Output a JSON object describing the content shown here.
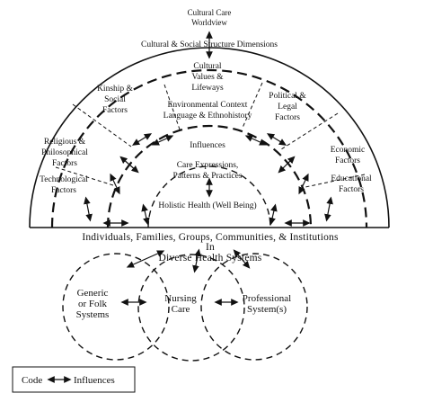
{
  "diagram": {
    "title_line1": "Cultural Care",
    "title_line2": "Worldview",
    "structure_dimensions": "Cultural & Social Structure Dimensions",
    "values": [
      "Cultural",
      "Values &",
      "Lifeways"
    ],
    "kinship": [
      "Kinship &",
      "Social",
      "Factors"
    ],
    "political": [
      "Political &",
      "Legal",
      "Factors"
    ],
    "religious": [
      "Religious &",
      "Philosophical",
      "Factors"
    ],
    "economic": [
      "Economic",
      "Factors"
    ],
    "technological": [
      "Technological",
      "Factors"
    ],
    "educational": [
      "Educational",
      "Factors"
    ],
    "environmental": [
      "Environmental Context",
      "Language & Ethnohistory"
    ],
    "influences": "Influences",
    "care_expressions": [
      "Care Expressions,",
      "Patterns & Practices"
    ],
    "holistic": "Holistic Health (Well Being)",
    "individuals_line1": "Individuals, Families, Groups, Communities, & Institutions",
    "individuals_line2": "In",
    "individuals_line3": "Diverse Health Systems",
    "generic": [
      "Generic",
      "or Folk",
      "Systems"
    ],
    "nursing": [
      "Nursing",
      "Care"
    ],
    "professional": [
      "Professional",
      "System(s)"
    ]
  },
  "legend": {
    "code_label": "Code",
    "influences_label": "Influences"
  }
}
